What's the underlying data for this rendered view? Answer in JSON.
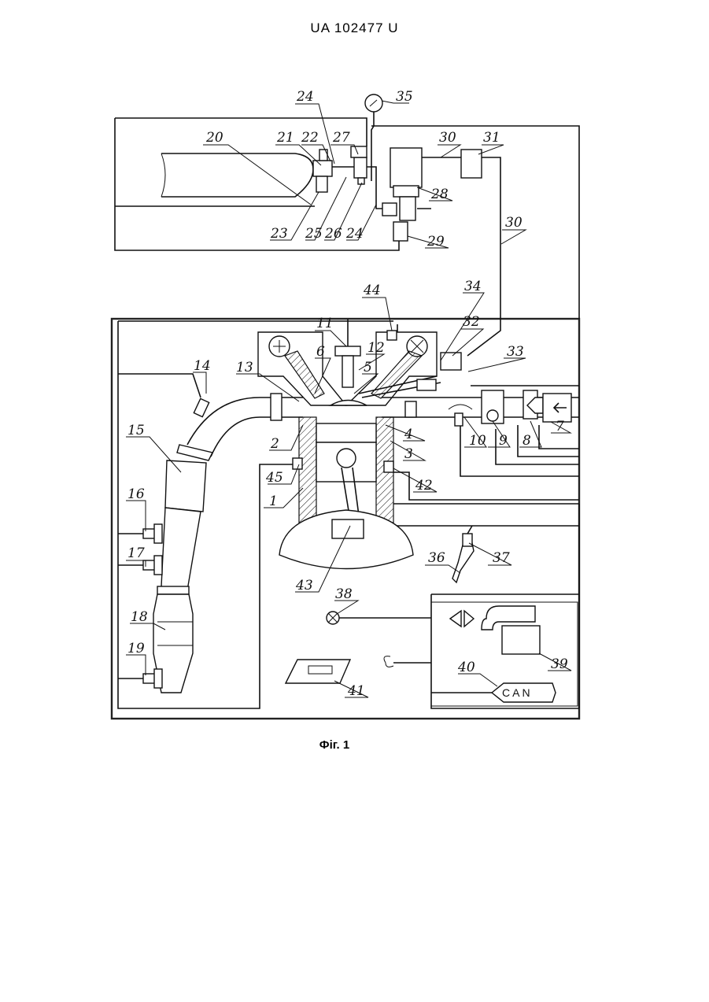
{
  "document": {
    "header": "UA   102477   U",
    "caption": "Фіг. 1",
    "can_label": "CAN"
  },
  "labels": [
    {
      "id": "l1",
      "text": "1"
    },
    {
      "id": "l2",
      "text": "2"
    },
    {
      "id": "l3",
      "text": "3"
    },
    {
      "id": "l4",
      "text": "4"
    },
    {
      "id": "l5",
      "text": "5"
    },
    {
      "id": "l6",
      "text": "6"
    },
    {
      "id": "l7",
      "text": "7"
    },
    {
      "id": "l8",
      "text": "8"
    },
    {
      "id": "l9",
      "text": "9"
    },
    {
      "id": "l10",
      "text": "10"
    },
    {
      "id": "l11",
      "text": "11"
    },
    {
      "id": "l12",
      "text": "12"
    },
    {
      "id": "l13",
      "text": "13"
    },
    {
      "id": "l14",
      "text": "14"
    },
    {
      "id": "l15",
      "text": "15"
    },
    {
      "id": "l16",
      "text": "16"
    },
    {
      "id": "l17",
      "text": "17"
    },
    {
      "id": "l18",
      "text": "18"
    },
    {
      "id": "l19",
      "text": "19"
    },
    {
      "id": "l20",
      "text": "20"
    },
    {
      "id": "l21",
      "text": "21"
    },
    {
      "id": "l22",
      "text": "22"
    },
    {
      "id": "l23",
      "text": "23"
    },
    {
      "id": "l24a",
      "text": "24"
    },
    {
      "id": "l24b",
      "text": "24"
    },
    {
      "id": "l25",
      "text": "25"
    },
    {
      "id": "l26",
      "text": "26"
    },
    {
      "id": "l27",
      "text": "27"
    },
    {
      "id": "l28",
      "text": "28"
    },
    {
      "id": "l29",
      "text": "29"
    },
    {
      "id": "l30a",
      "text": "30"
    },
    {
      "id": "l30b",
      "text": "30"
    },
    {
      "id": "l31",
      "text": "31"
    },
    {
      "id": "l32",
      "text": "32"
    },
    {
      "id": "l33",
      "text": "33"
    },
    {
      "id": "l34",
      "text": "34"
    },
    {
      "id": "l35",
      "text": "35"
    },
    {
      "id": "l36",
      "text": "36"
    },
    {
      "id": "l37",
      "text": "37"
    },
    {
      "id": "l38",
      "text": "38"
    },
    {
      "id": "l39",
      "text": "39"
    },
    {
      "id": "l40",
      "text": "40"
    },
    {
      "id": "l41",
      "text": "41"
    },
    {
      "id": "l42",
      "text": "42"
    },
    {
      "id": "l43",
      "text": "43"
    },
    {
      "id": "l44",
      "text": "44"
    },
    {
      "id": "l45",
      "text": "45"
    }
  ]
}
